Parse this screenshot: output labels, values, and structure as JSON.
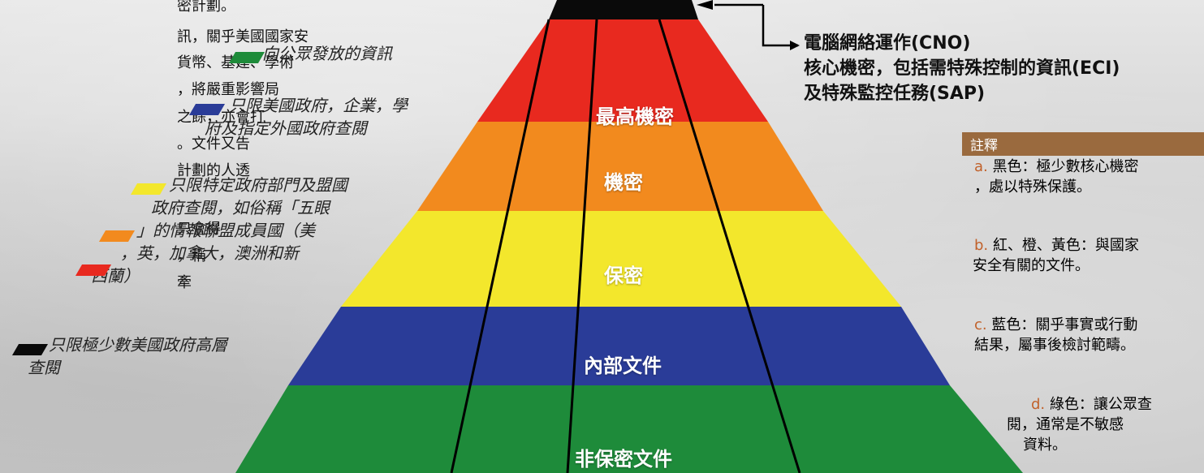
{
  "body_text": {
    "lines": [
      "密計劃。",
      "訊，關乎美國國家安",
      "貨幣、基建、學術",
      "，將嚴重影響局",
      "之餘，亦會打",
      "。文件又告",
      "計劃的人透",
      "",
      "只會得",
      "，稱",
      "牽"
    ]
  },
  "tiers": [
    {
      "label": "",
      "color": "#0a0a0a"
    },
    {
      "label": "最高機密",
      "color": "#e8291f"
    },
    {
      "label": "機密",
      "color": "#f28a1e"
    },
    {
      "label": "保密",
      "color": "#f3e72c"
    },
    {
      "label": "內部文件",
      "color": "#2a3c98"
    },
    {
      "label": "非保密文件",
      "color": "#1e8b3a"
    }
  ],
  "legend": [
    {
      "color": "#1e8b3a",
      "lines": [
        "向公眾發放的資訊"
      ]
    },
    {
      "color": "#2a3c98",
      "lines": [
        "只限美國政府，企業，學",
        "府及指定外國政府查閱"
      ]
    },
    {
      "color": "#f3e72c",
      "lines": [
        "只限特定政府部門及盟國",
        "政府查閱，如俗稱「五眼",
        "」的情報聯盟成員國（美",
        "，英，加拿大，澳洲和新",
        "西蘭）"
      ]
    },
    {
      "color": "#f28a1e",
      "lines": []
    },
    {
      "color": "#e8291f",
      "lines": []
    },
    {
      "color": "#0a0a0a",
      "lines": [
        "只限極少數美國政府高層",
        "查閱"
      ]
    }
  ],
  "cno": {
    "title": "電腦網絡運作(CNO)",
    "line2": "核心機密，包括需特殊控制的資訊(ECI)",
    "line3": "及特殊監控任務(SAP)"
  },
  "notes": {
    "header": "註釋",
    "items": [
      {
        "mark": "a.",
        "lines": [
          "黑色：極少數核心機密",
          "，處以特殊保護。"
        ]
      },
      {
        "mark": "b.",
        "lines": [
          "紅、橙、黃色：與國家",
          "安全有關的文件。"
        ]
      },
      {
        "mark": "c.",
        "lines": [
          "藍色：關乎事實或行動",
          "結果，屬事後檢討範疇。"
        ]
      },
      {
        "mark": "d.",
        "lines": [
          "綠色：讓公眾查",
          "閱，通常是不敏感",
          "資料。"
        ]
      }
    ]
  }
}
